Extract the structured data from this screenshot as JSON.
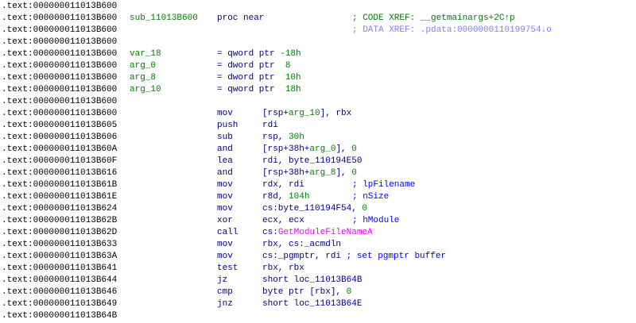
{
  "colors": {
    "addr": "#000000",
    "label": "#008000",
    "keyword": "#000080",
    "number": "#008000",
    "var": "#008000",
    "comment": "#0000ff",
    "xref_data": "#8080ff",
    "xref_code": "#008000",
    "import": "#ff00ff"
  },
  "lines": [
    {
      "addr": ".text:000000011013B600"
    },
    {
      "addr": ".text:000000011013B600",
      "label": "sub_11013B600",
      "mn": [
        [
          "proc near",
          "keyword"
        ]
      ],
      "cm": [
        [
          "; CODE XREF: __getmainargs+2C↑p",
          "xref_code"
        ]
      ]
    },
    {
      "addr": ".text:000000011013B600",
      "cm": [
        [
          "; DATA XREF: .pdata:0000000110199754↓o",
          "xref_data"
        ]
      ]
    },
    {
      "addr": ".text:000000011013B600"
    },
    {
      "addr": ".text:000000011013B600",
      "label": "var_18",
      "mn": [
        [
          "= qword ptr ",
          "keyword"
        ],
        [
          "-18h",
          "number"
        ]
      ]
    },
    {
      "addr": ".text:000000011013B600",
      "label": "arg_0",
      "mn": [
        [
          "= dword ptr  ",
          "keyword"
        ],
        [
          "8",
          "number"
        ]
      ]
    },
    {
      "addr": ".text:000000011013B600",
      "label": "arg_8",
      "mn": [
        [
          "= dword ptr  ",
          "keyword"
        ],
        [
          "10h",
          "number"
        ]
      ]
    },
    {
      "addr": ".text:000000011013B600",
      "label": "arg_10",
      "mn": [
        [
          "= qword ptr  ",
          "keyword"
        ],
        [
          "18h",
          "number"
        ]
      ]
    },
    {
      "addr": ".text:000000011013B600"
    },
    {
      "addr": ".text:000000011013B600",
      "mn": [
        [
          "mov",
          "keyword"
        ]
      ],
      "op": [
        [
          "[rsp+",
          "keyword"
        ],
        [
          "arg_10",
          "var"
        ],
        [
          "], rbx",
          "keyword"
        ]
      ]
    },
    {
      "addr": ".text:000000011013B605",
      "mn": [
        [
          "push",
          "keyword"
        ]
      ],
      "op": [
        [
          "rdi",
          "keyword"
        ]
      ]
    },
    {
      "addr": ".text:000000011013B606",
      "mn": [
        [
          "sub",
          "keyword"
        ]
      ],
      "op": [
        [
          "rsp, ",
          "keyword"
        ],
        [
          "30h",
          "number"
        ]
      ]
    },
    {
      "addr": ".text:000000011013B60A",
      "mn": [
        [
          "and",
          "keyword"
        ]
      ],
      "op": [
        [
          "[rsp+38h+",
          "keyword"
        ],
        [
          "arg_0",
          "var"
        ],
        [
          "], ",
          "keyword"
        ],
        [
          "0",
          "number"
        ]
      ]
    },
    {
      "addr": ".text:000000011013B60F",
      "mn": [
        [
          "lea",
          "keyword"
        ]
      ],
      "op": [
        [
          "rdi, byte_110194E50",
          "keyword"
        ]
      ]
    },
    {
      "addr": ".text:000000011013B616",
      "mn": [
        [
          "and",
          "keyword"
        ]
      ],
      "op": [
        [
          "[rsp+38h+",
          "keyword"
        ],
        [
          "arg_8",
          "var"
        ],
        [
          "], ",
          "keyword"
        ],
        [
          "0",
          "number"
        ]
      ]
    },
    {
      "addr": ".text:000000011013B61B",
      "mn": [
        [
          "mov",
          "keyword"
        ]
      ],
      "op": [
        [
          "rdx, rdi",
          "keyword"
        ]
      ],
      "cm": [
        [
          "; lpFilename",
          "comment"
        ]
      ]
    },
    {
      "addr": ".text:000000011013B61E",
      "mn": [
        [
          "mov",
          "keyword"
        ]
      ],
      "op": [
        [
          "r8d, ",
          "keyword"
        ],
        [
          "104h",
          "number"
        ]
      ],
      "cm": [
        [
          "; nSize",
          "comment"
        ]
      ]
    },
    {
      "addr": ".text:000000011013B624",
      "mn": [
        [
          "mov",
          "keyword"
        ]
      ],
      "op": [
        [
          "cs:byte_110194F54, ",
          "keyword"
        ],
        [
          "0",
          "number"
        ]
      ]
    },
    {
      "addr": ".text:000000011013B62B",
      "mn": [
        [
          "xor",
          "keyword"
        ]
      ],
      "op": [
        [
          "ecx, ecx",
          "keyword"
        ]
      ],
      "cm": [
        [
          "; hModule",
          "comment"
        ]
      ]
    },
    {
      "addr": ".text:000000011013B62D",
      "mn": [
        [
          "call",
          "keyword"
        ]
      ],
      "op": [
        [
          "cs:",
          "keyword"
        ],
        [
          "GetModuleFileNameA",
          "import"
        ]
      ]
    },
    {
      "addr": ".text:000000011013B633",
      "mn": [
        [
          "mov",
          "keyword"
        ]
      ],
      "op": [
        [
          "rbx, cs:_acmdln",
          "keyword"
        ]
      ]
    },
    {
      "addr": ".text:000000011013B63A",
      "mn": [
        [
          "mov",
          "keyword"
        ]
      ],
      "op": [
        [
          "cs:_pgmptr, rdi ",
          "keyword"
        ],
        [
          "; set pgmptr buffer",
          "comment"
        ]
      ]
    },
    {
      "addr": ".text:000000011013B641",
      "mn": [
        [
          "test",
          "keyword"
        ]
      ],
      "op": [
        [
          "rbx, rbx",
          "keyword"
        ]
      ]
    },
    {
      "addr": ".text:000000011013B644",
      "mn": [
        [
          "jz",
          "keyword"
        ]
      ],
      "op": [
        [
          "short loc_11013B64B",
          "keyword"
        ]
      ]
    },
    {
      "addr": ".text:000000011013B646",
      "mn": [
        [
          "cmp",
          "keyword"
        ]
      ],
      "op": [
        [
          "byte ptr [rbx], ",
          "keyword"
        ],
        [
          "0",
          "number"
        ]
      ]
    },
    {
      "addr": ".text:000000011013B649",
      "mn": [
        [
          "jnz",
          "keyword"
        ]
      ],
      "op": [
        [
          "short loc_11013B64E",
          "keyword"
        ]
      ]
    },
    {
      "addr": ".text:000000011013B64B"
    }
  ]
}
